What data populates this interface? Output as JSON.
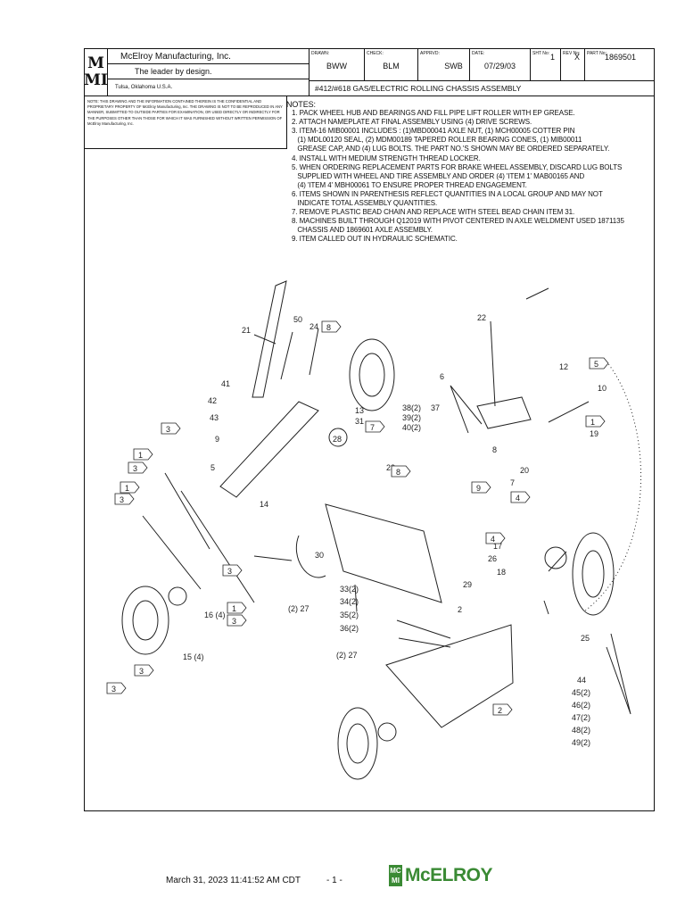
{
  "title_block": {
    "logo_top": "M",
    "logo_bottom": "MI",
    "company": "McElroy Manufacturing, Inc.",
    "tagline": "The leader by design.",
    "location": "Tulsa, Oklahoma U.S.A.",
    "drawn_label": "DRAWN:",
    "drawn": "BWW",
    "check_label": "CHECK:",
    "check": "BLM",
    "apprvd_label": "APPRVD:",
    "apprvd": "SWB",
    "date_label": "DATE:",
    "date": "07/29/03",
    "sht_label": "SHT No:",
    "sht": "1",
    "rev_label": "REV No:",
    "rev": "X",
    "part_label": "PART No:",
    "part": "1869501",
    "drawing_title": "#412/#618 GAS/ELECTRIC ROLLING CHASSIS ASSEMBLY",
    "disclaimer": "NOTE: THIS DRAWING AND THE INFORMATION CONTAINED THEREIN IS THE CONFIDENTIAL AND PROPRIETARY PROPERTY OF McElroy Manufacturing, Inc. THE DRAWING IS NOT TO BE REPRODUCED IN ANY MANNER, SUBMITTED TO OUTSIDE PARTIES FOR EXAMINATION, OR USED DIRECTLY OR INDIRECTLY FOR THE PURPOSES OTHER THAN THOSE FOR WHICH IT WAS FURNISHED WITHOUT WRITTEN PERMISSION OF McElroy Manufacturing, Inc."
  },
  "notes": {
    "heading": "NOTES:",
    "items": [
      "1. PACK WHEEL HUB AND BEARINGS AND FILL PIPE LIFT ROLLER WITH EP GREASE.",
      "2. ATTACH NAMEPLATE AT FINAL ASSEMBLY USING (4) DRIVE SCREWS.",
      "3. ITEM-16 MIB00001 INCLUDES : (1)MBD00041 AXLE NUT, (1) MCH00005 COTTER PIN\n   (1) MDL00120 SEAL, (2) MDM00189 TAPERED ROLLER BEARING CONES, (1) MIB00011\n   GREASE CAP, AND (4) LUG BOLTS. THE PART NO.'S SHOWN MAY BE ORDERED SEPARATELY.",
      "4. INSTALL WITH MEDIUM STRENGTH THREAD LOCKER.",
      "5. WHEN ORDERING REPLACEMENT PARTS FOR BRAKE WHEEL ASSEMBLY, DISCARD LUG BOLTS\n   SUPPLIED WITH WHEEL AND TIRE ASSEMBLY AND ORDER (4) 'ITEM 1' MAB00165 AND\n   (4) 'ITEM 4' MBH00061 TO ENSURE PROPER THREAD ENGAGEMENT.",
      "6. ITEMS SHOWN IN PARENTHESIS REFLECT QUANTITIES IN A LOCAL GROUP AND MAY NOT\n   INDICATE TOTAL ASSEMBLY QUANTITIES.",
      "7. REMOVE PLASTIC BEAD CHAIN AND REPLACE WITH STEEL BEAD CHAIN ITEM 31.",
      "8. MACHINES BUILT THROUGH Q12019 WITH PIVOT CENTERED IN AXLE WELDMENT USED 1871135\n   CHASSIS AND 1869601 AXLE ASSEMBLY.",
      "9. ITEM CALLED OUT IN HYDRAULIC SCHEMATIC."
    ]
  },
  "callouts": {
    "c21": "21",
    "c50": "50",
    "c24": "24",
    "c22": "22",
    "c12": "12",
    "c6": "6",
    "c10": "10",
    "c41": "41",
    "c42": "42",
    "c43": "43",
    "c9": "9",
    "c5": "5",
    "c13": "13",
    "c31": "31",
    "c38": "38(2)",
    "c39": "39(2)",
    "c40": "40(2)",
    "c37": "37",
    "c28": "28",
    "c23": "23",
    "c19": "19",
    "c8": "8",
    "c20": "20",
    "c7": "7",
    "c14": "14",
    "c30": "30",
    "c17": "17",
    "c26": "26",
    "c18": "18",
    "c29": "29",
    "c2": "2",
    "c33": "33(2)",
    "c34": "34(2)",
    "c35": "35(2)",
    "c36": "36(2)",
    "c27a": "(2) 27",
    "c27b": "(2) 27",
    "c16": "16 (4)",
    "c15": "15 (4)",
    "c25": "25",
    "c44": "44",
    "c45": "45(2)",
    "c46": "46(2)",
    "c47": "47(2)",
    "c48": "48(2)",
    "c49": "49(2)"
  },
  "flags": {
    "f8a": "8",
    "f7": "7",
    "f8b": "8",
    "f9": "9",
    "f4a": "4",
    "f4b": "4",
    "f5": "5",
    "f1a": "1",
    "f3a": "3",
    "f1b": "1",
    "f3b": "3",
    "f1c": "1",
    "f3c": "3",
    "f3d": "3",
    "f1d": "1",
    "f3e": "3",
    "f3f": "3",
    "f3g": "3",
    "f2": "2"
  },
  "footer": {
    "timestamp": "March 31, 2023 11:41:52 AM CDT",
    "page": "- 1 -",
    "brand_mark_top": "MC",
    "brand_mark_bottom": "MI",
    "brand_name": "McELROY"
  },
  "colors": {
    "brand": "#3a8a34",
    "ink": "#111111"
  }
}
